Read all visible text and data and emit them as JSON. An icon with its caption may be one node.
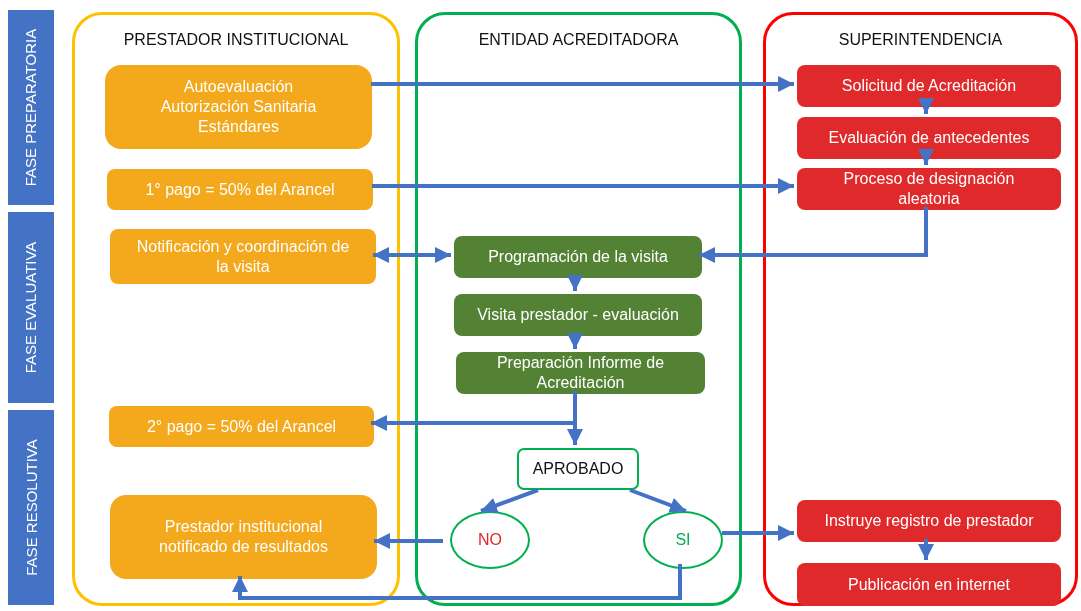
{
  "diagram": {
    "nodes": [
      {
        "text": [
          "FASE PREPARATORIA"
        ]
      },
      {
        "text": [
          "FASE EVALUATIVA"
        ]
      },
      {
        "text": [
          "FASE RESOLUTIVA"
        ]
      },
      {
        "text": [
          "PRESTADOR INSTITUCIONAL"
        ]
      },
      {
        "text": [
          "ENTIDAD ACREDITADORA"
        ]
      },
      {
        "text": [
          "SUPERINTENDENCIA"
        ]
      },
      {
        "text": [
          "Autoevaluación",
          "Autorización Sanitaria",
          "Estándares"
        ],
        "in": 3
      },
      {
        "text": [
          "1° pago = 50% del Arancel"
        ],
        "in": 3
      },
      {
        "text": [
          "Notificación y coordinación de la visita"
        ],
        "in": 3
      },
      {
        "text": [
          "2° pago = 50% del Arancel"
        ],
        "in": 3
      },
      {
        "text": [
          "Prestador institucional notificado de resultados"
        ],
        "in": 3
      },
      {
        "text": [
          "Programación de la visita"
        ],
        "in": 4
      },
      {
        "text": [
          "Visita prestador - evaluación"
        ],
        "in": 4
      },
      {
        "text": [
          "Preparación Informe de Acreditación"
        ],
        "in": 4
      },
      {
        "text": [
          "APROBADO"
        ],
        "in": 4
      },
      {
        "text": [
          "NO"
        ],
        "in": 4
      },
      {
        "text": [
          "SI"
        ],
        "in": 4
      },
      {
        "text": [
          "Solicitud de Acreditación"
        ],
        "in": 5
      },
      {
        "text": [
          "Evaluación de antecedentes"
        ],
        "in": 5
      },
      {
        "text": [
          "Proceso de designación aleatoria"
        ],
        "in": 5
      },
      {
        "text": [
          "Instruye registro de prestador"
        ],
        "in": 5
      },
      {
        "text": [
          "Publicación en internet"
        ],
        "in": 5
      }
    ],
    "edges": [
      {
        "from": 6,
        "to": 17,
        "arrow": "to"
      },
      {
        "from": 17,
        "to": 18,
        "arrow": "to"
      },
      {
        "from": 18,
        "to": 19,
        "arrow": "to"
      },
      {
        "from": 7,
        "to": 19,
        "arrow": "to"
      },
      {
        "from": 19,
        "to": 11,
        "arrow": "to"
      },
      {
        "from": 8,
        "to": 11,
        "arrow": "both"
      },
      {
        "from": 11,
        "to": 12,
        "arrow": "to"
      },
      {
        "from": 12,
        "to": 13,
        "arrow": "to"
      },
      {
        "from": 13,
        "to": 9,
        "arrow": "to"
      },
      {
        "from": 13,
        "to": 14,
        "arrow": "to"
      },
      {
        "from": 14,
        "to": 15,
        "arrow": "to"
      },
      {
        "from": 14,
        "to": 16,
        "arrow": "to"
      },
      {
        "from": 15,
        "to": 10,
        "arrow": "to"
      },
      {
        "from": 16,
        "to": 20,
        "arrow": "to"
      },
      {
        "from": 20,
        "to": 21,
        "arrow": "to"
      },
      {
        "from": 16,
        "to": 10,
        "arrow": "to"
      }
    ]
  }
}
